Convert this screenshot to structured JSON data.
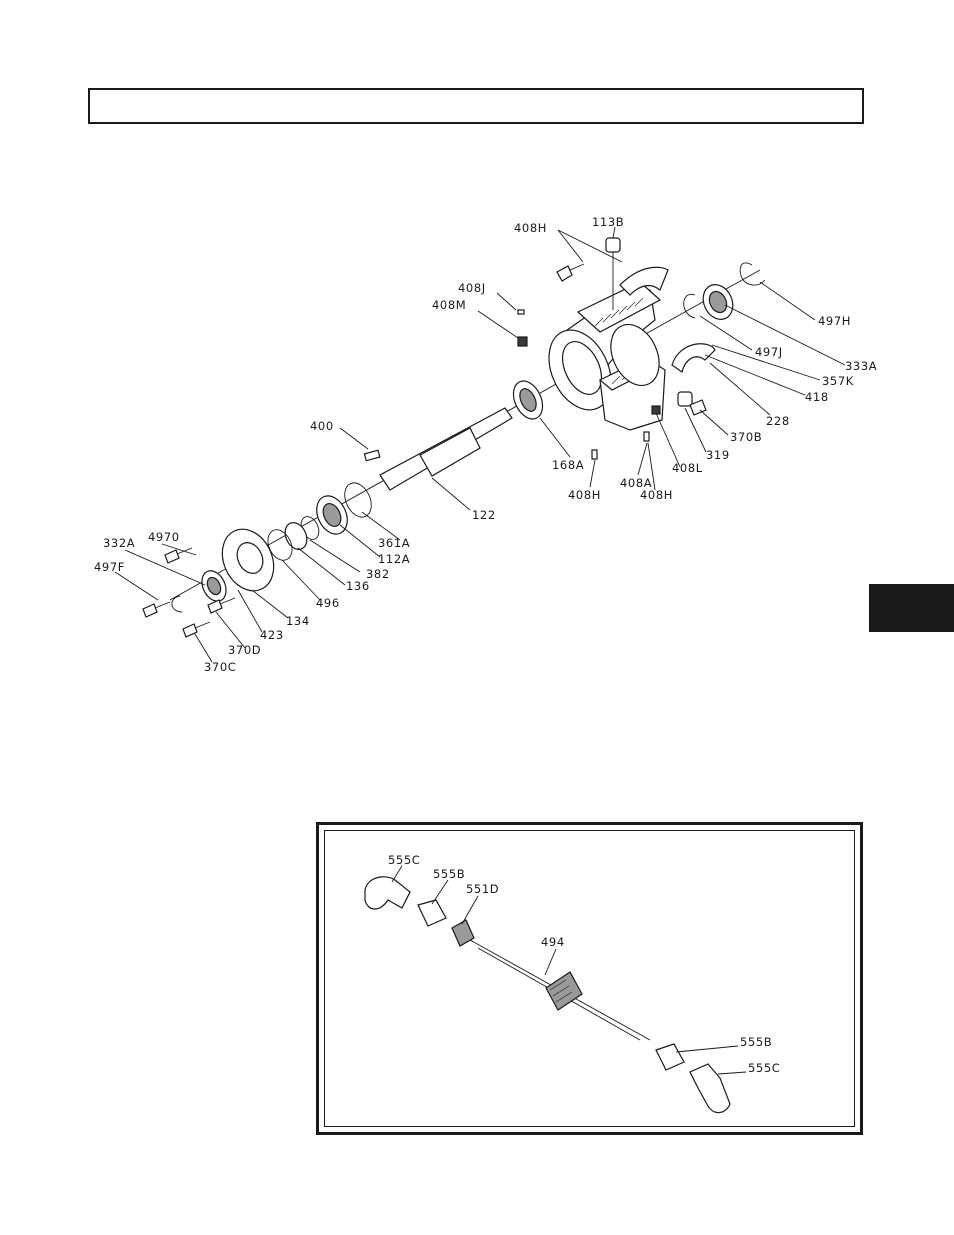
{
  "main_diagram": {
    "labels": {
      "l113B": "113B",
      "l408H_top": "408H",
      "l408J": "408J",
      "l408M": "408M",
      "l497H": "497H",
      "l497J": "497J",
      "l333A": "333A",
      "l357K": "357K",
      "l418": "418",
      "l228": "228",
      "l370B": "370B",
      "l319": "319",
      "l408L": "408L",
      "l408A": "408A",
      "l408H_b1": "408H",
      "l408H_b2": "408H",
      "l168A": "168A",
      "l400": "400",
      "l122": "122",
      "l361A": "361A",
      "l112A": "112A",
      "l382": "382",
      "l136": "136",
      "l496": "496",
      "l134": "134",
      "l423": "423",
      "l370D": "370D",
      "l370C": "370C",
      "l332A": "332A",
      "l497G": "4970",
      "l497F": "497F"
    }
  },
  "inset_diagram": {
    "labels": {
      "l555C_top": "555C",
      "l555B_top": "555B",
      "l551D": "551D",
      "l494": "494",
      "l555B_bot": "555B",
      "l555C_bot": "555C"
    }
  }
}
